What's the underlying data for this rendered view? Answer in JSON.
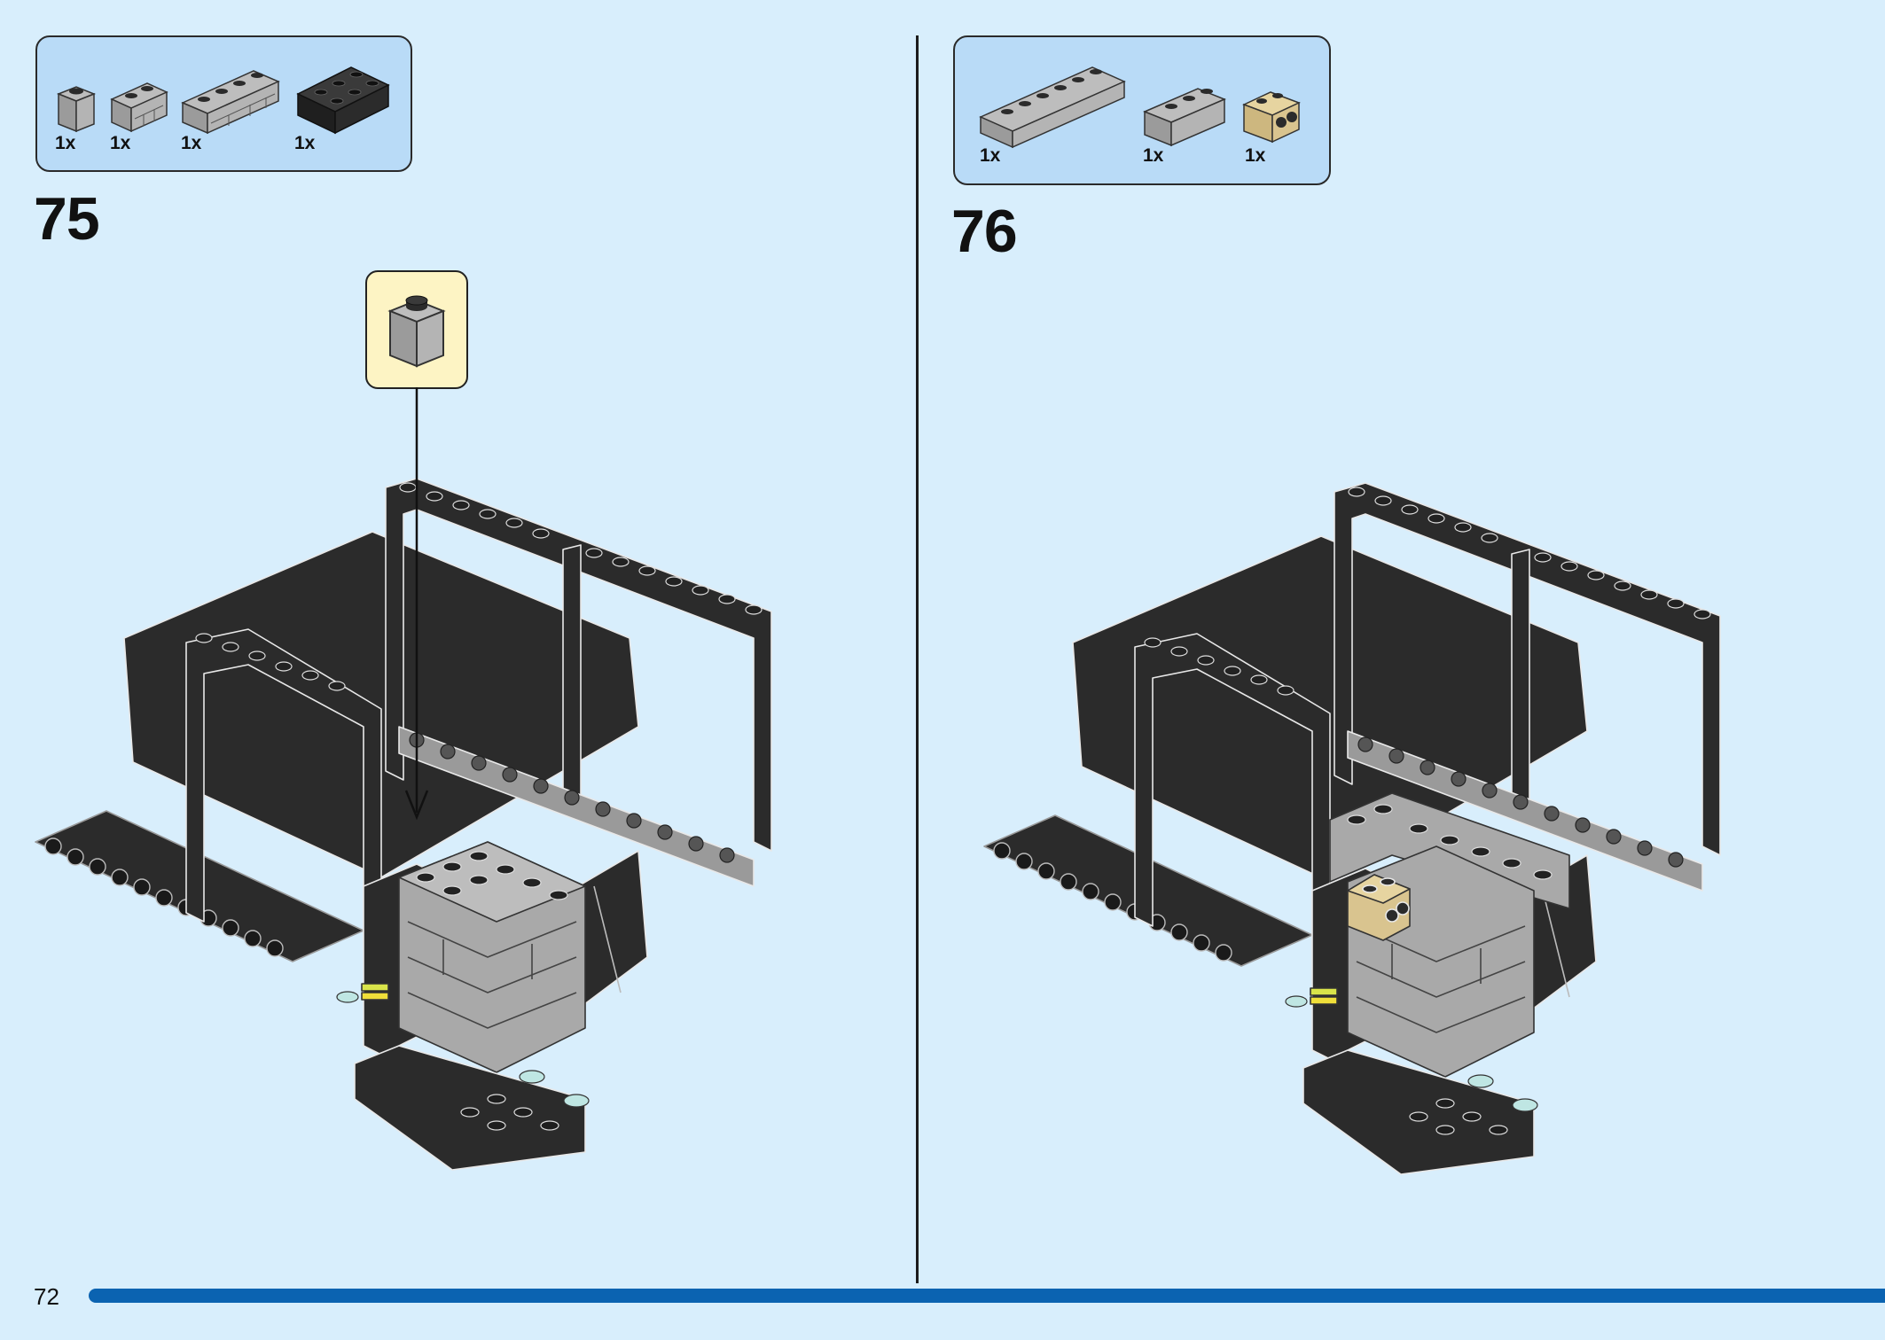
{
  "page": {
    "number": "72"
  },
  "colors": {
    "background": "#d8eefc",
    "parts_box": "#b9dbf7",
    "callout": "#fdf4c4",
    "footer_bar": "#0b63b1",
    "black_brick": "#2b2b2b",
    "gray_brick": "#a9a9a9",
    "tan_brick": "#d9c48f"
  },
  "steps": [
    {
      "number": "75",
      "parts": [
        {
          "qty": "1x",
          "icon": "gray-1x1-brick-icon"
        },
        {
          "qty": "1x",
          "icon": "gray-1x2-masonry-brick-icon"
        },
        {
          "qty": "1x",
          "icon": "gray-1x4-masonry-brick-icon"
        },
        {
          "qty": "1x",
          "icon": "black-2x3-brick-icon"
        }
      ],
      "callout_icon": "gray-1x1-brick-icon"
    },
    {
      "number": "76",
      "parts": [
        {
          "qty": "1x",
          "icon": "gray-1x6-brick-icon"
        },
        {
          "qty": "1x",
          "icon": "gray-1x3-brick-icon"
        },
        {
          "qty": "1x",
          "icon": "tan-1x1-brick-with-studs-icon"
        }
      ]
    }
  ]
}
